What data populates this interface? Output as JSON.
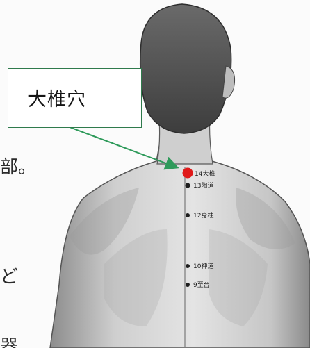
{
  "callout": {
    "label": "大椎穴"
  },
  "side_texts": {
    "t1": "部。",
    "t2": "ど",
    "t3": "器"
  },
  "points": [
    {
      "label": "14大椎"
    },
    {
      "label": "13陶道"
    },
    {
      "label": "12身柱"
    },
    {
      "label": "10神道"
    },
    {
      "label": "9至台"
    }
  ],
  "colors": {
    "accent_point": "#e01a1a",
    "arrow": "#2e9a5a",
    "box_border": "#2f7a4c",
    "skin": "#d9d9d9",
    "hair": "#4a4a4a"
  }
}
